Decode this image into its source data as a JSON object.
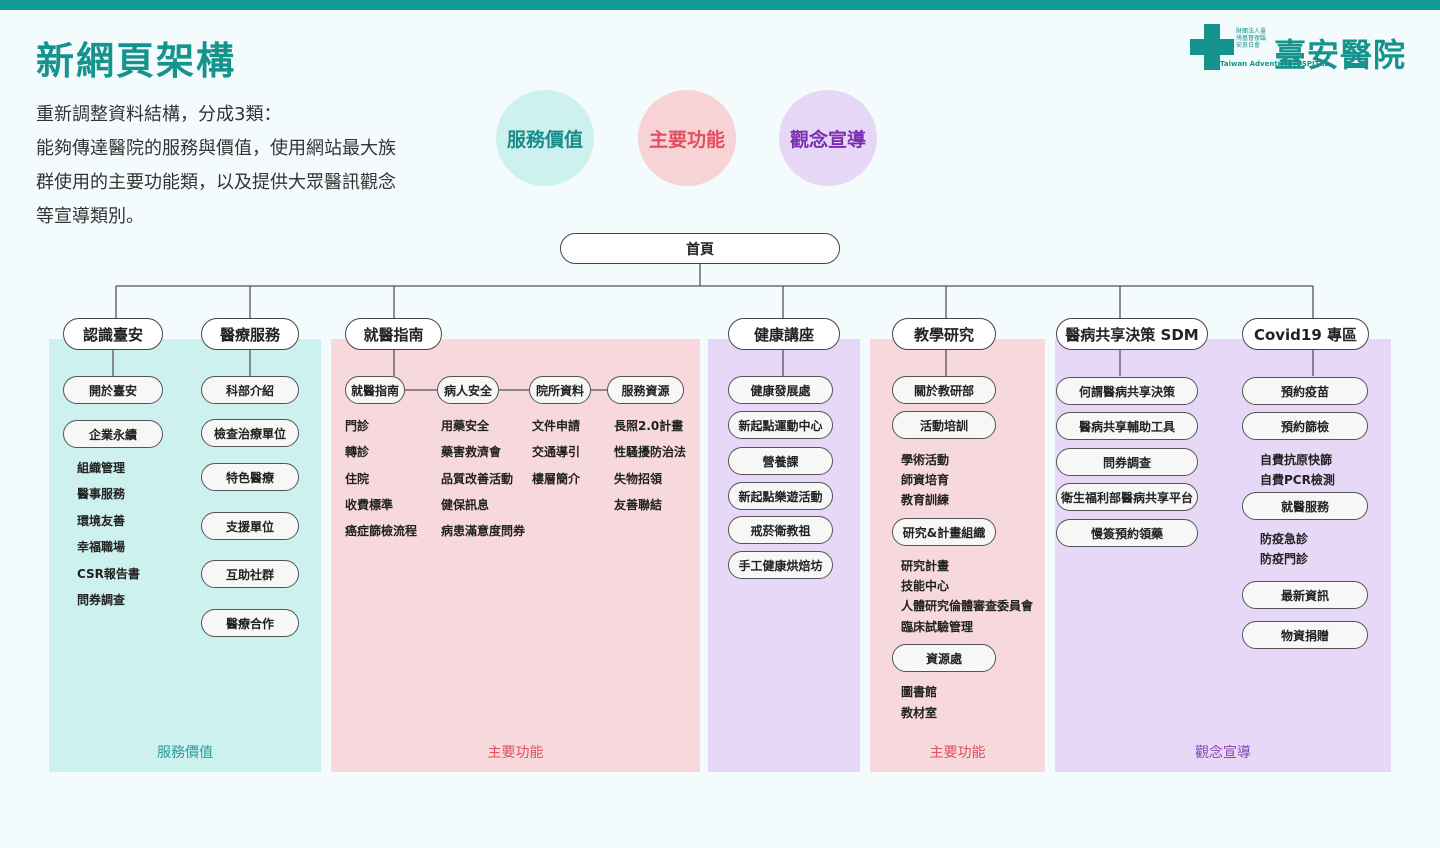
{
  "title": "新網頁架構",
  "logo": {
    "name": "臺安醫院",
    "small": "財團法人臺灣基督復臨安息日會",
    "hospital": "Taiwan Adventist HOSPITAL"
  },
  "intro": [
    "重新調整資料結構，分成3類：",
    "能夠傳達醫院的服務與價值，使用網站最大族",
    "群使用的主要功能類，以及提供大眾醫訊觀念",
    "等宣導類別。"
  ],
  "bubbles": [
    {
      "label": "服務價值",
      "bg": "#cdf1ee",
      "color": "#1a8c8a"
    },
    {
      "label": "主要功能",
      "bg": "#f8d3d6",
      "color": "#e0505e"
    },
    {
      "label": "觀念宣導",
      "bg": "#e6d7f7",
      "color": "#7a2fb0"
    }
  ],
  "panels": [
    {
      "label": "服務價值",
      "bg": "#cdf1ee",
      "color": "#2a9a98"
    },
    {
      "label": "主要功能",
      "bg": "#f7d8dd",
      "color": "#e0505e"
    },
    {
      "label": "",
      "bg": "#e8d8f8",
      "color": "#7a2fb0"
    },
    {
      "label": "主要功能",
      "bg": "#f7d8dd",
      "color": "#e0505e"
    },
    {
      "label": "觀念宣導",
      "bg": "#e8d8f8",
      "color": "#8a3fb5"
    }
  ],
  "tree": {
    "root": "首頁",
    "sections": [
      {
        "label": "認識臺安",
        "children": [
          {
            "label": "開於臺安"
          },
          {
            "label": "企業永續",
            "items": [
              "組織管理",
              "醫事服務",
              "環境友善",
              "幸福職場",
              "CSR報告書",
              "問券調查"
            ]
          }
        ]
      },
      {
        "label": "醫療服務",
        "children": [
          {
            "label": "科部介紹"
          },
          {
            "label": "檢查治療單位"
          },
          {
            "label": "特色醫療"
          },
          {
            "label": "支援單位"
          },
          {
            "label": "互助社群"
          },
          {
            "label": "醫療合作"
          }
        ]
      },
      {
        "label": "就醫指南",
        "children": [
          {
            "label": "就醫指南",
            "items": [
              "門診",
              "轉診",
              "住院",
              "收費標準",
              "癌症篩檢流程"
            ]
          },
          {
            "label": "病人安全",
            "items": [
              "用藥安全",
              "藥害救濟會",
              "品質改善活動",
              "健保訊息",
              "病患滿意度問券"
            ]
          },
          {
            "label": "院所資料",
            "items": [
              "文件申請",
              "交通導引",
              "樓層簡介"
            ]
          },
          {
            "label": "服務資源",
            "items": [
              "長照2.0計畫",
              "性騷擾防治法",
              "失物招領",
              "友善聯結"
            ]
          }
        ]
      },
      {
        "label": "健康講座",
        "children": [
          {
            "label": "健康發展處"
          },
          {
            "label": "新起點運動中心"
          },
          {
            "label": "營養課"
          },
          {
            "label": "新起點樂遊活動"
          },
          {
            "label": "戒菸衛教祖"
          },
          {
            "label": "手工健康烘焙坊"
          }
        ]
      },
      {
        "label": "教學研究",
        "children": [
          {
            "label": "關於教研部"
          },
          {
            "label": "活動培訓",
            "items": [
              "學術活動",
              "師資培育",
              "教育訓練"
            ]
          },
          {
            "label": "研究&計畫組織",
            "items": [
              "研究計畫",
              "技能中心",
              "人體研究倫體審查委員會",
              "臨床試驗管理"
            ]
          },
          {
            "label": "資源處",
            "items": [
              "圖書館",
              "教材室"
            ]
          }
        ]
      },
      {
        "label": "醫病共享決策 SDM",
        "children": [
          {
            "label": "何謂醫病共享決策"
          },
          {
            "label": "醫病共享輔助工具"
          },
          {
            "label": "問券調查"
          },
          {
            "label": "衛生福利部醫病共享平台"
          },
          {
            "label": "慢簽預約領藥"
          }
        ]
      },
      {
        "label": "Covid19 專區",
        "children": [
          {
            "label": "預約疫苗"
          },
          {
            "label": "預約篩檢",
            "items": [
              "自費抗原快篩",
              "自費PCR檢測"
            ]
          },
          {
            "label": "就醫服務",
            "items": [
              "防疫急診",
              "防疫門診"
            ]
          },
          {
            "label": "最新資訊"
          },
          {
            "label": "物資捐贈"
          }
        ]
      }
    ]
  }
}
